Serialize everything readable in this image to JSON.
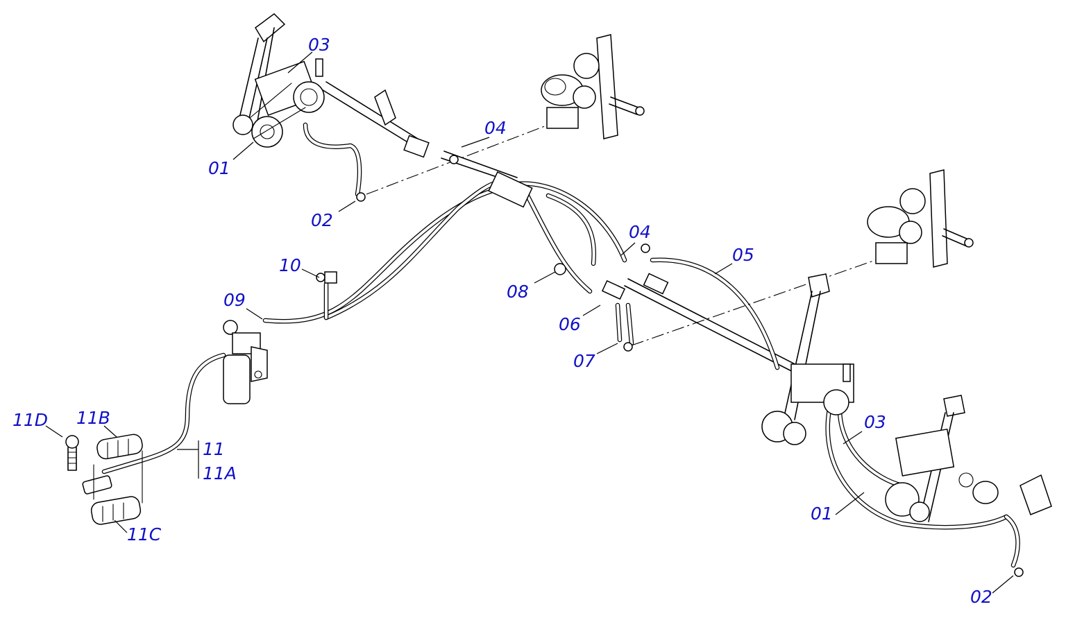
{
  "callouts": [
    {
      "id": "left-01",
      "text": "01"
    },
    {
      "id": "left-02",
      "text": "02"
    },
    {
      "id": "left-03",
      "text": "03"
    },
    {
      "id": "left-04",
      "text": "04"
    },
    {
      "id": "center-04",
      "text": "04"
    },
    {
      "id": "c05",
      "text": "05"
    },
    {
      "id": "c06",
      "text": "06"
    },
    {
      "id": "c07",
      "text": "07"
    },
    {
      "id": "c08",
      "text": "08"
    },
    {
      "id": "c09",
      "text": "09"
    },
    {
      "id": "c10",
      "text": "10"
    },
    {
      "id": "c11",
      "text": "11"
    },
    {
      "id": "c11a",
      "text": "11A"
    },
    {
      "id": "c11b",
      "text": "11B"
    },
    {
      "id": "c11c",
      "text": "11C"
    },
    {
      "id": "c11d",
      "text": "11D"
    },
    {
      "id": "right-01",
      "text": "01"
    },
    {
      "id": "right-02",
      "text": "02"
    },
    {
      "id": "right-03",
      "text": "03"
    }
  ],
  "colors": {
    "callout": "#1010c8",
    "linework": "#000000",
    "background": "#ffffff"
  }
}
